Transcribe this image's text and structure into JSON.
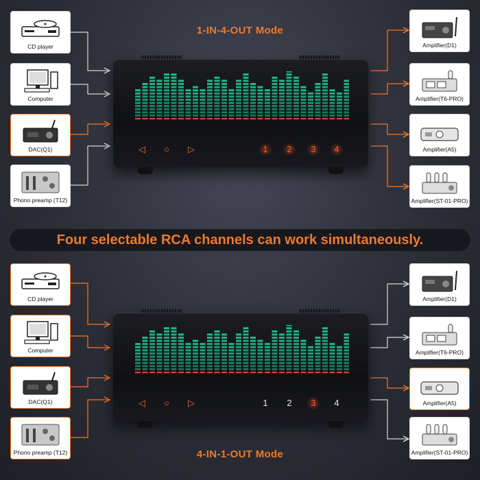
{
  "top": {
    "title": "1-IN-4-OUT Mode",
    "inputs": [
      "CD player",
      "Computer",
      "DAC(Q1)",
      "Phono preamp (T12)"
    ],
    "outputs": [
      "Amplifier(D1)",
      "Amplifier(T6-PRO)",
      "Amplifier(A5)",
      "Amplifier(ST-01-PRO)"
    ],
    "channels": [
      "1",
      "2",
      "3",
      "4"
    ],
    "active_channels": [
      true,
      true,
      true,
      true
    ]
  },
  "banner": "Four selectable RCA channels can work simultaneously.",
  "bottom": {
    "title": "4-IN-1-OUT Mode",
    "inputs": [
      "CD player",
      "Computer",
      "DAC(Q1)",
      "Phono preamp (T12)"
    ],
    "outputs": [
      "Amplifier(D1)",
      "Amplifier(T6-PRO)",
      "Amplifier(A5)",
      "Amplifier(ST-01-PRO)"
    ],
    "channels": [
      "1",
      "2",
      "3",
      "4"
    ],
    "active_channels": [
      false,
      false,
      true,
      false
    ]
  },
  "controls": {
    "left": "◁",
    "power": "○",
    "right": "▷"
  },
  "colors": {
    "accent": "#f0792a",
    "meter_green": "#1fc28a",
    "meter_red": "#e0452a"
  }
}
